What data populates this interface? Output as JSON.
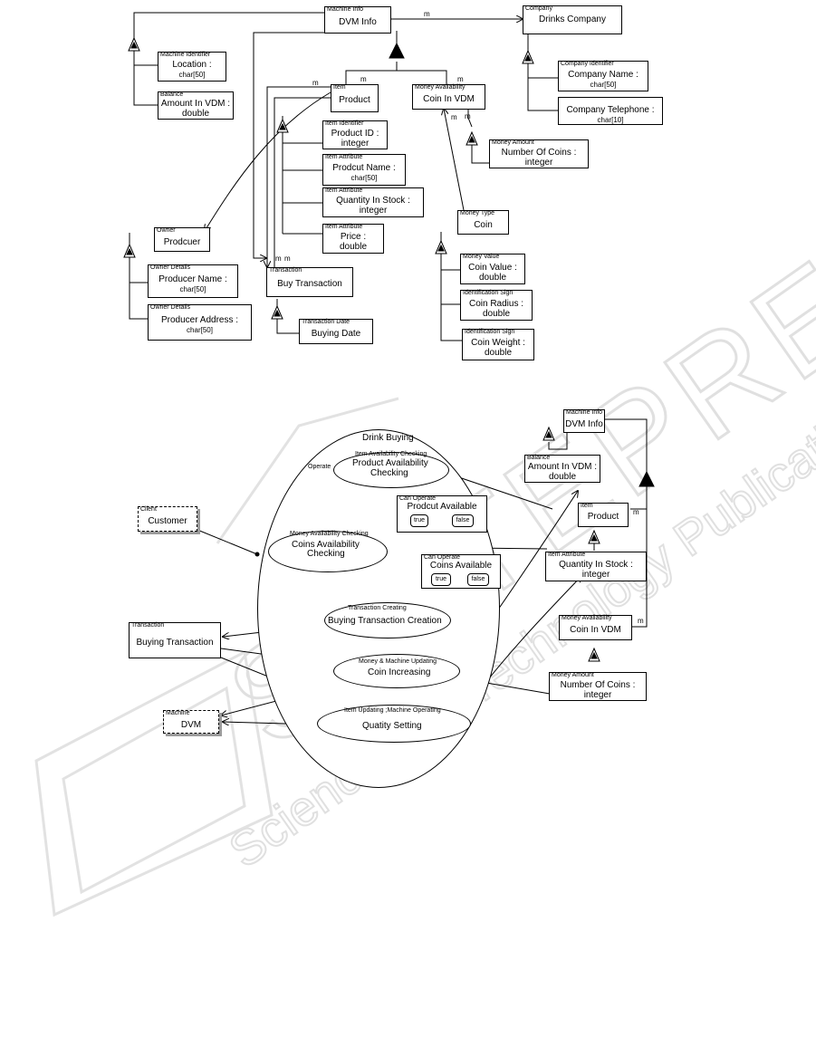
{
  "watermark": {
    "text1": "SCITEPRESS",
    "text2": "Science and Technology Publications",
    "color": "#d8d8d8"
  },
  "top_diagram": {
    "dvm_info": {
      "role": "Machine Info",
      "label": "DVM Info"
    },
    "drinks_company": {
      "role": "Company",
      "label": "Drinks Company"
    },
    "location": {
      "role": "Machine Identifier",
      "label1": "Location :",
      "label2": "char[50]"
    },
    "balance": {
      "role": "Balance",
      "label1": "Amount In VDM :",
      "label2": "double"
    },
    "company_name": {
      "role": "Company Identifier",
      "label1": "Company Name :",
      "label2": "char[50]"
    },
    "company_phone": {
      "role": "",
      "label1": "Company Telephone :",
      "label2": "char[10]"
    },
    "product": {
      "role": "Item",
      "label": "Product"
    },
    "coin_in_vdm": {
      "role": "Money Availability",
      "label": "Coin In VDM"
    },
    "product_id": {
      "role": "Item Identifier",
      "label1": "Product ID :",
      "label2": "integer"
    },
    "product_name": {
      "role": "Item Attribute",
      "label1": "Prodcut Name :",
      "label2": "char[50]"
    },
    "quantity": {
      "role": "Item Attribute",
      "label1": "Quantity In Stock :",
      "label2": "integer"
    },
    "price": {
      "role": "Item Attribute",
      "label1": "Price :",
      "label2": "double"
    },
    "num_coins": {
      "role": "Money Amount",
      "label1": "Number Of Coins :",
      "label2": "integer"
    },
    "coin": {
      "role": "Money Type",
      "label": "Coin"
    },
    "coin_value": {
      "role": "Money Value",
      "label1": "Coin Value :",
      "label2": "double"
    },
    "coin_radius": {
      "role": "Identification Sign",
      "label1": "Coin Radius :",
      "label2": "double"
    },
    "coin_weight": {
      "role": "Identification Sign",
      "label1": "Coin Weight :",
      "label2": "double"
    },
    "producer": {
      "role": "Owner",
      "label": "Prodcuer"
    },
    "producer_name": {
      "role": "Owner Details",
      "label1": "Producer Name :",
      "label2": "char[50]"
    },
    "producer_address": {
      "role": "Owner Details",
      "label1": "Producer Address :",
      "label2": "char[50]"
    },
    "buy_transaction": {
      "role": "Transaction",
      "label": "Buy Transaction"
    },
    "buying_date": {
      "role": "Transaction Date",
      "label": "Buying Date"
    },
    "m": "m"
  },
  "bottom_diagram": {
    "drink_buying": "Drink Buying",
    "operate": "Operate",
    "pac": {
      "role": "Item Availability Checking",
      "label1": "Product Availability",
      "label2": "Checking"
    },
    "cac": {
      "role": "Money Availability Checking",
      "label1": "Coins Availability",
      "label2": "Checking"
    },
    "btc": {
      "role": "Transaction Creating",
      "label": "Buying Transaction Creation"
    },
    "ci": {
      "role": "Money & Machine Updating",
      "label": "Coin Increasing"
    },
    "qs": {
      "role": "Item Updating ;Machine Operating",
      "label": "Quatity Setting"
    },
    "prod_avail": {
      "role": "Can Operate",
      "label": "Prodcut Available",
      "true": "true",
      "false": "false"
    },
    "coins_avail": {
      "role": "Can Operate",
      "label": "Coins Available",
      "true": "true",
      "false": "false"
    },
    "customer": {
      "role": "Client",
      "label": "Customer"
    },
    "buying_transaction": {
      "role": "Transaction",
      "label": "Buying Transaction"
    },
    "dvm": {
      "role": "Machine",
      "label": "DVM"
    },
    "dvm_info": {
      "role": "Machine Info",
      "label": "DVM Info"
    },
    "balance": {
      "role": "Balance",
      "label1": "Amount In VDM :",
      "label2": "double"
    },
    "product": {
      "role": "Item",
      "label": "Product"
    },
    "quantity": {
      "role": "Item Attribute",
      "label1": "Quantity In Stock :",
      "label2": "integer"
    },
    "coin_in_vdm": {
      "role": "Money Availability",
      "label": "Coin In VDM"
    },
    "num_coins": {
      "role": "Money Amount",
      "label1": "Number Of Coins :",
      "label2": "integer"
    },
    "m": "m"
  }
}
